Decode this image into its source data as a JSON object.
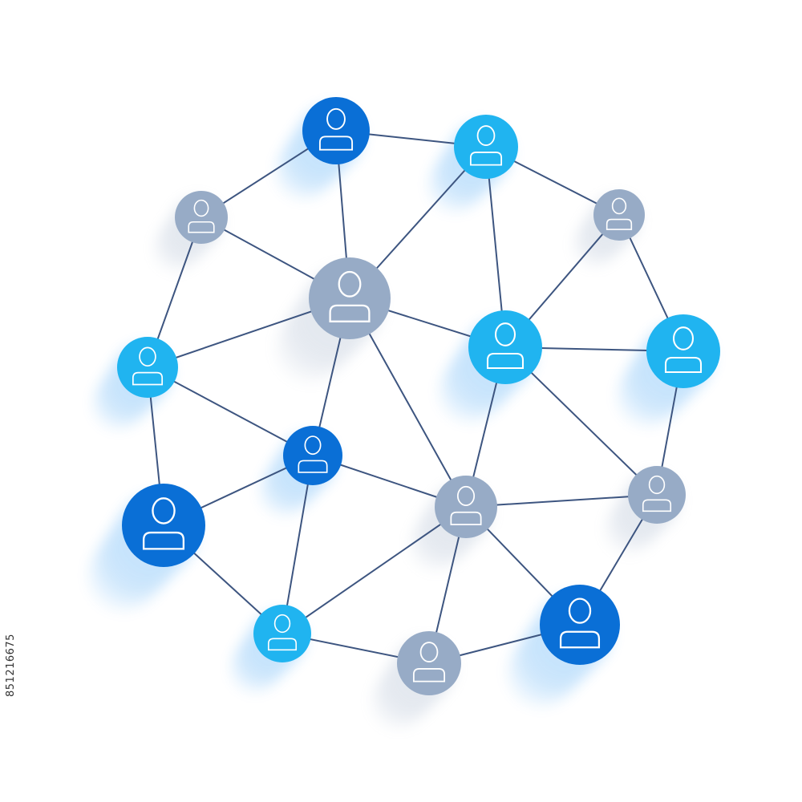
{
  "colors": {
    "dark_blue": "#0a6fd6",
    "light_blue": "#20b4f0",
    "gray": "#97abc6",
    "edge": "#3d5580",
    "icon_stroke": "#ffffff",
    "shadow": "#3aa0f5"
  },
  "stock_id": "851216675",
  "network": {
    "node_icon": "user-icon",
    "nodes": [
      {
        "id": "n1",
        "color": "dark_blue"
      },
      {
        "id": "n2",
        "color": "light_blue"
      },
      {
        "id": "n3",
        "color": "gray"
      },
      {
        "id": "n4",
        "color": "gray"
      },
      {
        "id": "n5",
        "color": "gray"
      },
      {
        "id": "n6",
        "color": "light_blue"
      },
      {
        "id": "n7",
        "color": "light_blue"
      },
      {
        "id": "n8",
        "color": "light_blue"
      },
      {
        "id": "n9",
        "color": "dark_blue"
      },
      {
        "id": "n10",
        "color": "gray"
      },
      {
        "id": "n11",
        "color": "gray"
      },
      {
        "id": "n12",
        "color": "dark_blue"
      },
      {
        "id": "n13",
        "color": "light_blue"
      },
      {
        "id": "n14",
        "color": "gray"
      },
      {
        "id": "n15",
        "color": "dark_blue"
      }
    ],
    "edges": [
      [
        "n1",
        "n2"
      ],
      [
        "n1",
        "n3"
      ],
      [
        "n1",
        "n5"
      ],
      [
        "n2",
        "n5"
      ],
      [
        "n2",
        "n7"
      ],
      [
        "n2",
        "n4"
      ],
      [
        "n3",
        "n5"
      ],
      [
        "n3",
        "n6"
      ],
      [
        "n4",
        "n7"
      ],
      [
        "n4",
        "n8"
      ],
      [
        "n5",
        "n6"
      ],
      [
        "n5",
        "n7"
      ],
      [
        "n5",
        "n9"
      ],
      [
        "n5",
        "n10"
      ],
      [
        "n6",
        "n9"
      ],
      [
        "n6",
        "n12"
      ],
      [
        "n7",
        "n8"
      ],
      [
        "n7",
        "n10"
      ],
      [
        "n7",
        "n11"
      ],
      [
        "n8",
        "n11"
      ],
      [
        "n9",
        "n10"
      ],
      [
        "n9",
        "n12"
      ],
      [
        "n9",
        "n13"
      ],
      [
        "n10",
        "n11"
      ],
      [
        "n10",
        "n13"
      ],
      [
        "n10",
        "n14"
      ],
      [
        "n10",
        "n15"
      ],
      [
        "n11",
        "n15"
      ],
      [
        "n12",
        "n13"
      ],
      [
        "n13",
        "n14"
      ],
      [
        "n14",
        "n15"
      ]
    ]
  }
}
